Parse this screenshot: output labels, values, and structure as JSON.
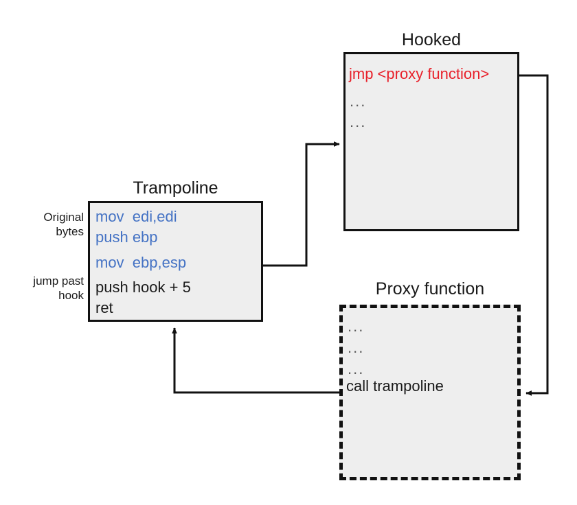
{
  "diagram": {
    "title_hooked": "Hooked",
    "title_trampoline": "Trampoline",
    "title_proxy": "Proxy function",
    "hooked": {
      "jmp_line": "jmp <proxy function>",
      "dots1": "...",
      "dots2": "..."
    },
    "trampoline": {
      "line1": "mov  edi,edi",
      "line2": "push ebp",
      "line3": "mov  ebp,esp",
      "line4": "push hook + 5",
      "line5": "ret"
    },
    "proxy": {
      "dots1": "...",
      "dots2": "...",
      "dots3": "...",
      "call_line": "call trampoline"
    },
    "labels": {
      "original_bytes": "Original\nbytes",
      "jump_past_hook": "jump past\nhook"
    },
    "colors": {
      "blue_code": "#4472c4",
      "red_code": "#e8202a",
      "box_fill": "#eeeeee",
      "box_border": "#111111",
      "text": "#1a1a1a"
    }
  }
}
